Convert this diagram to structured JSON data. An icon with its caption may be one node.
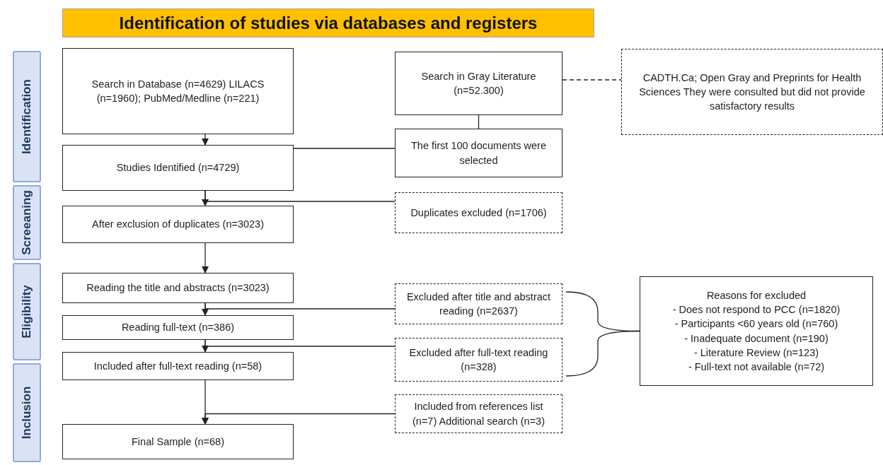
{
  "diagram": {
    "title": "Identification of studies via databases and registers",
    "nodes": [
      {
        "text": [
          "Identification"
        ]
      },
      {
        "text": [
          "Screeaning"
        ]
      },
      {
        "text": [
          "Eligibility"
        ]
      },
      {
        "text": [
          "Inclusion"
        ]
      },
      {
        "text": [
          "Search in Database (n=4629) LILACS (n=1960); PubMed/Medline (n=221)"
        ]
      },
      {
        "text": [
          "Search in Gray Literature (n=52.300)"
        ]
      },
      {
        "text": [
          "CADTH.Ca; Open Gray and Preprints for Health Sciences They were consulted but did not provide satisfactory results"
        ]
      },
      {
        "text": [
          "The first 100 documents were selected"
        ]
      },
      {
        "text": [
          "Studies Identified (n=4729)"
        ]
      },
      {
        "text": [
          "Duplicates excluded (n=1706)"
        ]
      },
      {
        "text": [
          "After exclusion of duplicates (n=3023)"
        ]
      },
      {
        "text": [
          "Reading the title and abstracts (n=3023)"
        ]
      },
      {
        "text": [
          "Excluded after title and abstract reading (n=2637)"
        ]
      },
      {
        "text": [
          "Reading full-text (n=386)"
        ]
      },
      {
        "text": [
          "Excluded after full-text reading (n=328)"
        ]
      },
      {
        "text": [
          "Included after full-text reading (n=58)"
        ]
      },
      {
        "text": [
          "Included from references list (n=7) Additional search (n=3)"
        ]
      },
      {
        "text": [
          "Final Sample (n=68)"
        ]
      },
      {
        "text": [
          "Reasons for excluded",
          "- Does not respond to PCC (n=1820)",
          "- Participants <60 years old (n=760)",
          "- Inadequate document (n=190)",
          "- Literature Review (n=123)",
          "- Full-text not available (n=72)"
        ]
      }
    ],
    "edges": [
      {
        "from": 5,
        "to": 6,
        "arrow": "none",
        "style": "dashed"
      },
      {
        "from": 5,
        "to": 7,
        "arrow": "none"
      },
      {
        "from": 4,
        "to": 8,
        "arrow": "to"
      },
      {
        "from": 7,
        "to": 8,
        "arrow": "to"
      },
      {
        "from": 8,
        "to": 10,
        "arrow": "to"
      },
      {
        "from": 8,
        "to": 9,
        "arrow": "none"
      },
      {
        "from": 10,
        "to": 11,
        "arrow": "to"
      },
      {
        "from": 11,
        "to": 13,
        "arrow": "to"
      },
      {
        "from": 11,
        "to": 12,
        "arrow": "none"
      },
      {
        "from": 13,
        "to": 15,
        "arrow": "to"
      },
      {
        "from": 13,
        "to": 14,
        "arrow": "none"
      },
      {
        "from": 15,
        "to": 17,
        "arrow": "to"
      },
      {
        "from": 16,
        "to": 17,
        "arrow": "to"
      },
      {
        "from": 12,
        "to": 18,
        "arrow": "none"
      },
      {
        "from": 14,
        "to": 18,
        "arrow": "none"
      }
    ]
  }
}
